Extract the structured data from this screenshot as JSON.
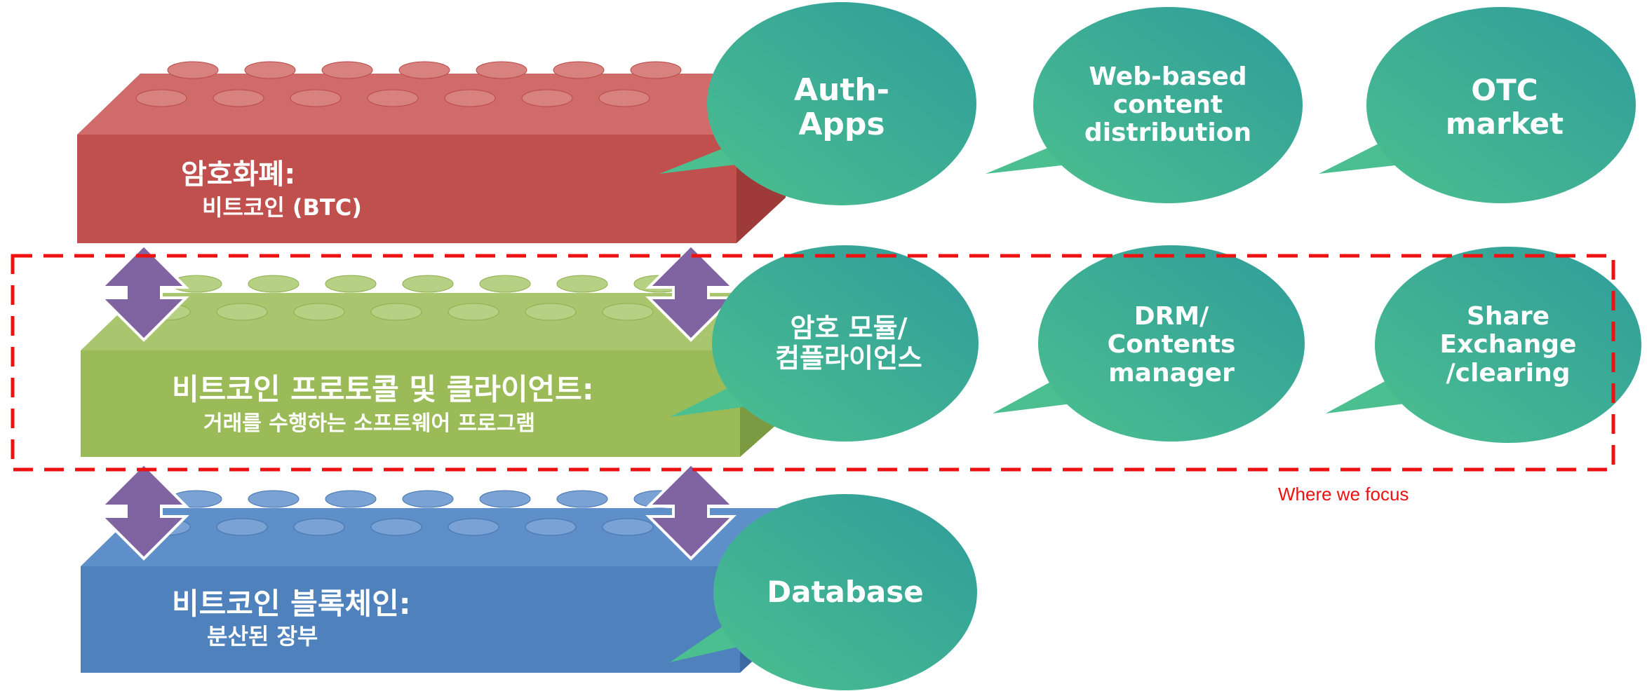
{
  "layers": [
    {
      "id": "crypto",
      "title": "암호화폐:",
      "subtitle": "비트코인 (BTC)",
      "color": "#c0504d",
      "color_dark": "#9e3b39",
      "stud": "#d57c7a"
    },
    {
      "id": "protocol",
      "title": "비트코인 프로토콜 및 클라이언트:",
      "subtitle": "거래를 수행하는 소프트웨어 프로그램",
      "color": "#9bbb59",
      "color_dark": "#7c9a41",
      "stud": "#b4cf80"
    },
    {
      "id": "blockchain",
      "title": "비트코인 블록체인:",
      "subtitle": "분산된 장부",
      "color": "#4f81bd",
      "color_dark": "#3b6aa3",
      "stud": "#7da3d3"
    }
  ],
  "bubbles": [
    {
      "id": "auth-apps",
      "lines": [
        "Auth-",
        "Apps"
      ]
    },
    {
      "id": "web-content",
      "lines": [
        "Web-based",
        "content",
        "distribution"
      ]
    },
    {
      "id": "otc",
      "lines": [
        "OTC",
        "market"
      ]
    },
    {
      "id": "crypto-module",
      "lines": [
        "암호 모듈/",
        "컴플라이언스"
      ]
    },
    {
      "id": "drm",
      "lines": [
        "DRM/",
        "Contents",
        "manager"
      ]
    },
    {
      "id": "share-exchange",
      "lines": [
        "Share",
        "Exchange",
        "/clearing"
      ]
    },
    {
      "id": "database",
      "lines": [
        "Database"
      ]
    }
  ],
  "focus": {
    "label": "Where we focus",
    "color": "#ee1111"
  },
  "colors": {
    "arrow": "#8064a2",
    "bubble_light": "#4bbf8f",
    "bubble_dark": "#31a09a"
  }
}
